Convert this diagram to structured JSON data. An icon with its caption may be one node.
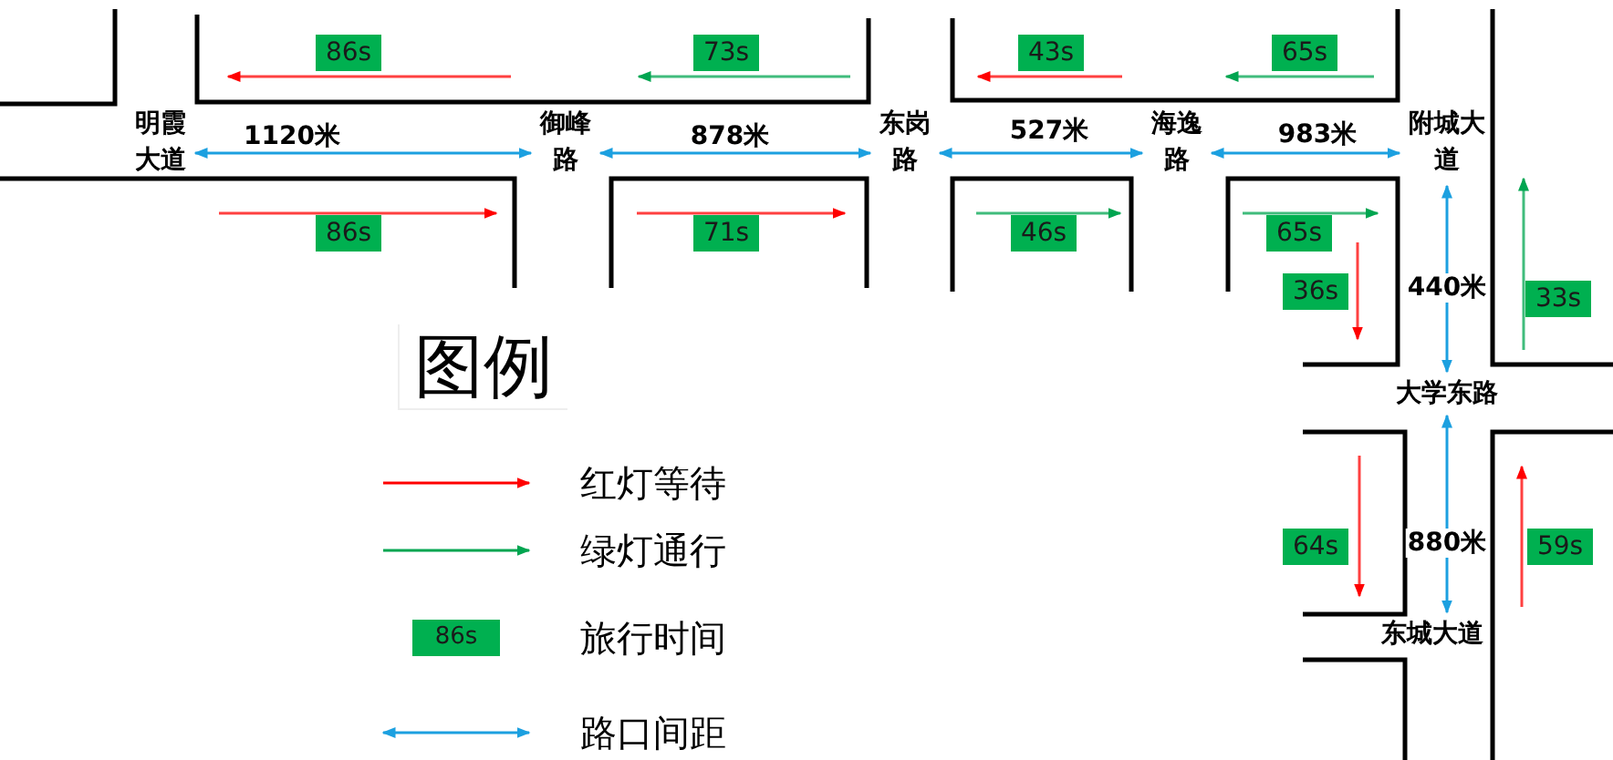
{
  "diagram": {
    "nodes": [
      {
        "text": [
          "明霞大道"
        ]
      },
      {
        "text": [
          "御峰路"
        ]
      },
      {
        "text": [
          "东岗路"
        ]
      },
      {
        "text": [
          "海逸路"
        ]
      },
      {
        "text": [
          "附城大道"
        ]
      },
      {
        "text": [
          "大学东路"
        ]
      },
      {
        "text": [
          "东城大道"
        ]
      },
      {
        "text": [
          "86s"
        ]
      },
      {
        "text": [
          "73s"
        ]
      },
      {
        "text": [
          "43s"
        ]
      },
      {
        "text": [
          "65s"
        ]
      },
      {
        "text": [
          "86s"
        ]
      },
      {
        "text": [
          "71s"
        ]
      },
      {
        "text": [
          "46s"
        ]
      },
      {
        "text": [
          "65s"
        ]
      },
      {
        "text": [
          "36s"
        ]
      },
      {
        "text": [
          "33s"
        ]
      },
      {
        "text": [
          "64s"
        ]
      },
      {
        "text": [
          "59s"
        ]
      }
    ],
    "edges": [
      {
        "from": 0,
        "to": 1,
        "arrow": "both",
        "label": "1120米"
      },
      {
        "from": 1,
        "to": 2,
        "arrow": "both",
        "label": "878米"
      },
      {
        "from": 2,
        "to": 3,
        "arrow": "both",
        "label": "527米"
      },
      {
        "from": 3,
        "to": 4,
        "arrow": "both",
        "label": "983米"
      },
      {
        "from": 4,
        "to": 5,
        "arrow": "both",
        "label": "440米"
      },
      {
        "from": 5,
        "to": 6,
        "arrow": "both",
        "label": "880米"
      }
    ],
    "labels": [
      "图例",
      "86s"
    ],
    "legend": [
      {
        "text": "红灯等待"
      },
      {
        "text": "绿灯通行"
      },
      {
        "text": "旅行时间",
        "color": "#00b050"
      },
      {
        "text": "路口间距"
      }
    ]
  }
}
